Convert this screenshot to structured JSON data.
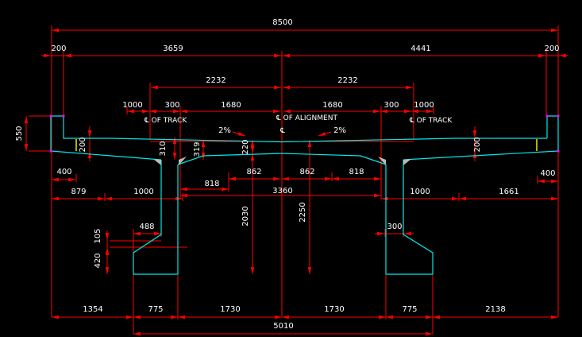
{
  "canvas": {
    "width": "733",
    "height": "424"
  },
  "colors": {
    "background": "#000000",
    "dimension": "#ff0000",
    "outline": "#00e8e8",
    "text": "#ffffff",
    "marker_yellow": "#ffff00",
    "vertex_magenta": "#ff00ff"
  },
  "annotations": {
    "cl_track_left": "℄ OF TRACK",
    "cl_alignment": "℄ OF ALIGNMENT",
    "cl_symbol": "℄",
    "cl_track_right": "℄ OF TRACK",
    "slope_left": "2%",
    "slope_right": "2%"
  },
  "dims": {
    "overall": "8500",
    "top_edge_left": "200",
    "top_span_left": "3659",
    "top_span_right": "4441",
    "top_edge_right": "200",
    "track_cl_left": "2232",
    "track_cl_right": "2232",
    "deck_1000_left": "1000",
    "deck_300_left": "300",
    "deck_1680_left": "1680",
    "deck_1680_right": "1680",
    "deck_300_right": "300",
    "deck_1000_right": "1000",
    "parapet_550": "550",
    "curb_200_left": "200",
    "curb_200_right": "200",
    "edge_400_left": "400",
    "edge_400_right": "400",
    "depth_310": "310",
    "depth_319": "319",
    "slab_220": "220",
    "mid_862_left": "862",
    "mid_862_right": "862",
    "mid_818_left": "818",
    "mid_818_right": "818",
    "web_span_3360": "3360",
    "edge_879": "879",
    "cant_1000_left": "1000",
    "cant_1000_right": "1000",
    "edge_1661": "1661",
    "girder_2030": "2030",
    "girder_2250": "2250",
    "bulb_488": "488",
    "web_300": "300",
    "bulb_105": "105",
    "bulb_420": "420",
    "bot_1354": "1354",
    "bot_775_left": "775",
    "bot_1730_left": "1730",
    "bot_1730_right": "1730",
    "bot_775_right": "775",
    "bot_2138": "2138",
    "spacing_5010": "5010"
  }
}
